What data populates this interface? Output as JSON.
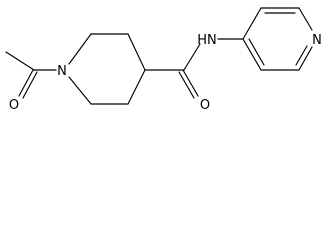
{
  "molecule": {
    "atom_labels": {
      "ring_nitrogen": "N",
      "ketone_oxygen": "O",
      "amide_oxygen": "O",
      "amide_nh": "HN",
      "pyridine_nitrogen": "N"
    }
  }
}
